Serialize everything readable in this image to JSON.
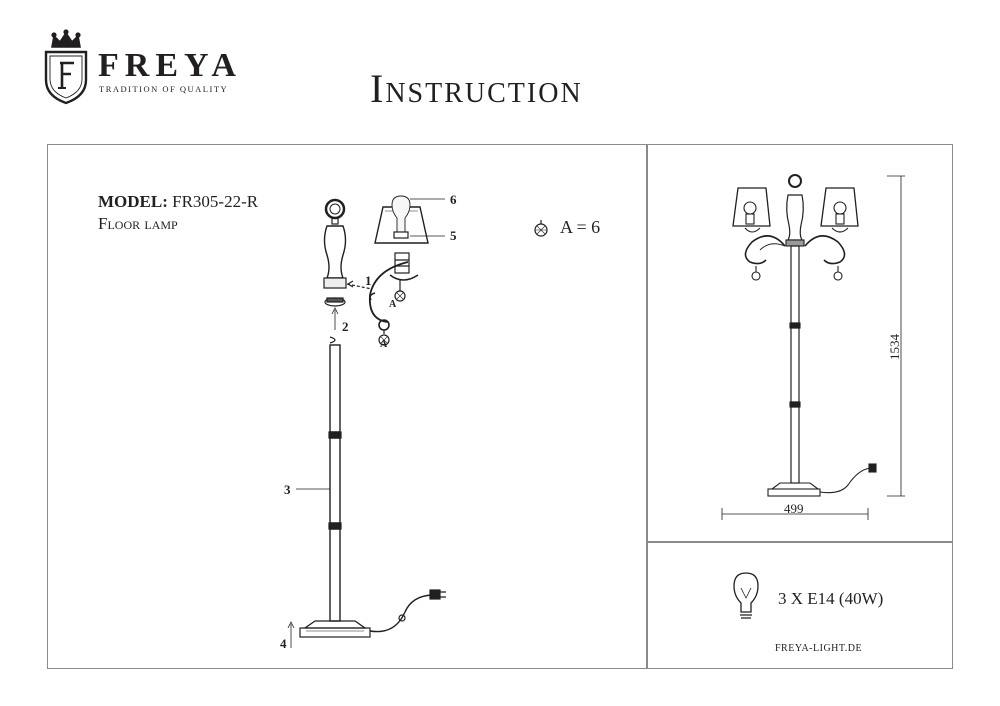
{
  "brand": {
    "name": "FREYA",
    "tagline": "TRADITION OF QUALITY"
  },
  "document": {
    "title": "Instruction",
    "model_label": "MODEL:",
    "model_code": "FR305-22-R",
    "product_type": "Floor lamp"
  },
  "assembly": {
    "part_numbers": [
      "1",
      "2",
      "3",
      "4",
      "5",
      "6"
    ],
    "crystal_label": "A",
    "crystal_count_text": "A = 6"
  },
  "dimensions": {
    "height": "1534",
    "width": "499"
  },
  "bulb": {
    "spec": "3 X E14 (40W)"
  },
  "footer": {
    "website": "FREYA-LIGHT.DE"
  },
  "colors": {
    "ink": "#231f20",
    "frame": "#8a8a8a"
  }
}
